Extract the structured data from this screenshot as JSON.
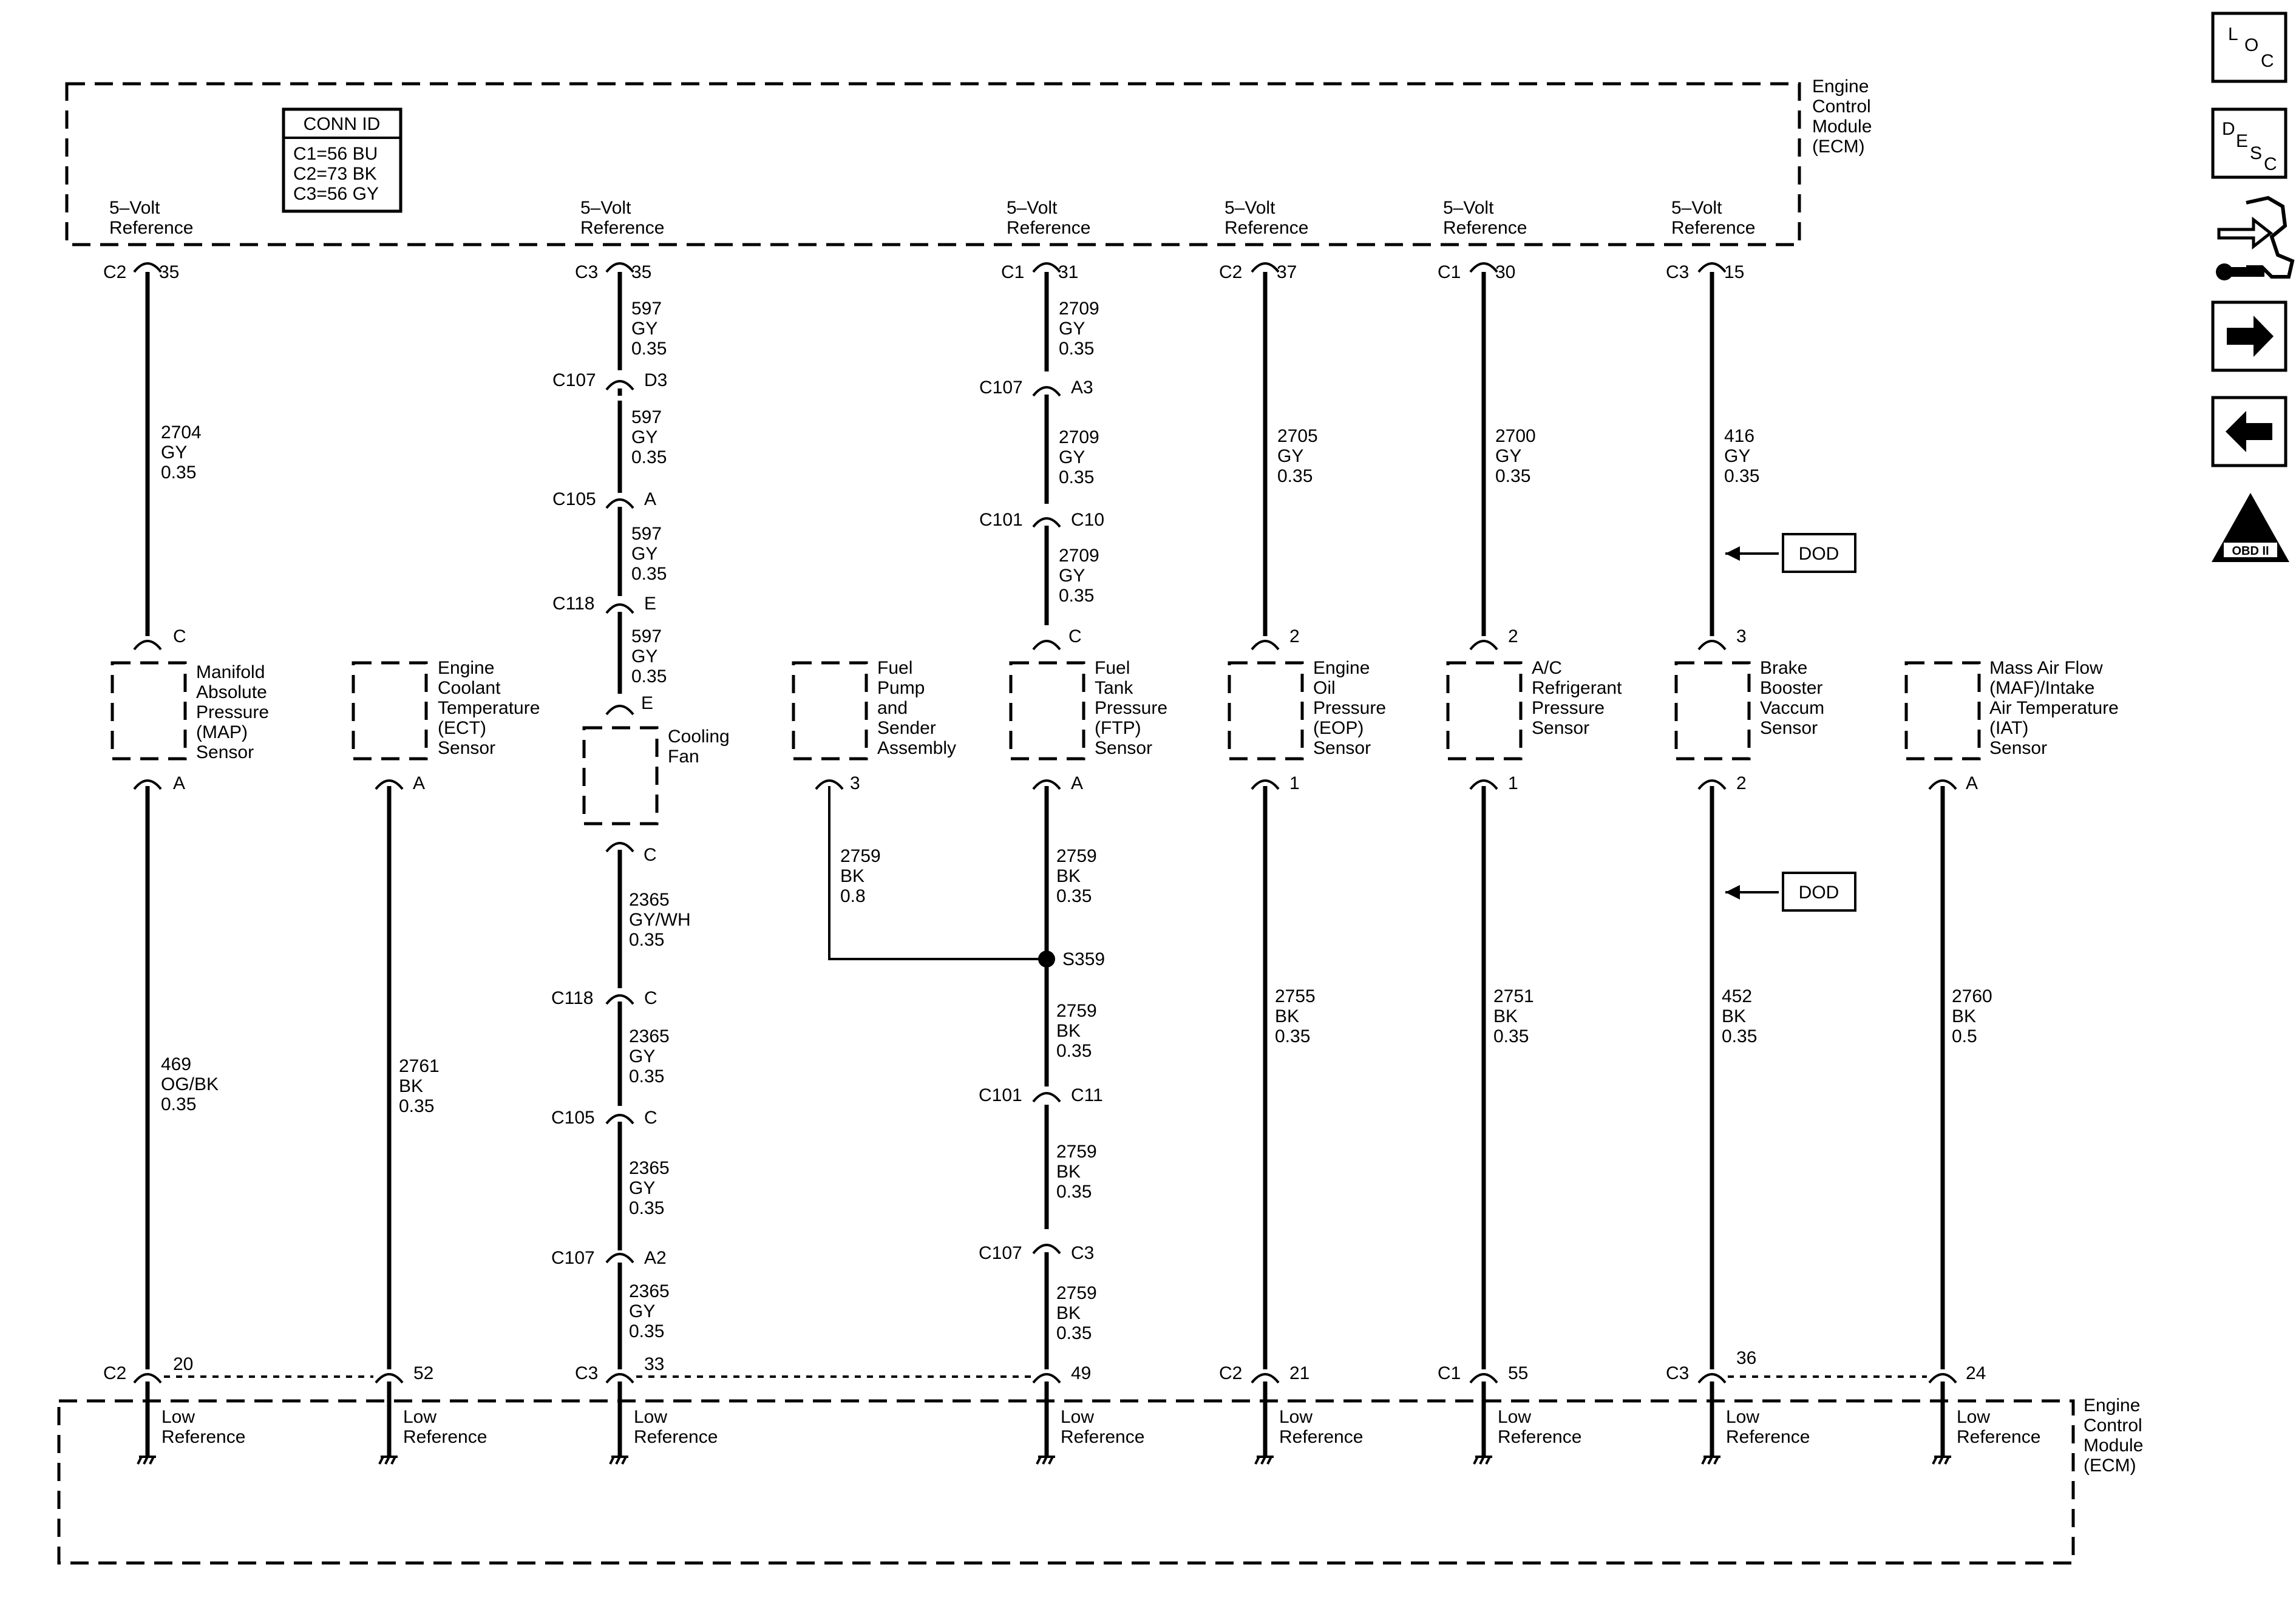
{
  "ecm_label": [
    "Engine",
    "Control",
    "Module",
    "(ECM)"
  ],
  "conn_id": {
    "title": "CONN ID",
    "lines": [
      "C1=56 BU",
      "C2=73 BK",
      "C3=56 GY"
    ]
  },
  "ref_label": [
    "5–Volt",
    "Reference"
  ],
  "low_label": [
    "Low",
    "Reference"
  ],
  "dod_label": "DOD",
  "splice": "S359",
  "side_icons": [
    {
      "name": "loc-icon",
      "letters": [
        "L",
        "O",
        "C"
      ]
    },
    {
      "name": "desc-icon",
      "letters": [
        "D",
        "E",
        "S",
        "C"
      ]
    },
    {
      "name": "connector-tool-icon"
    },
    {
      "name": "next-arrow-icon"
    },
    {
      "name": "prev-arrow-icon"
    },
    {
      "name": "obd-ii-icon",
      "text": [
        "II",
        "OBD II"
      ]
    }
  ],
  "top_refs": [
    {
      "conn": "C2",
      "pin": "35"
    },
    {
      "conn": "C3",
      "pin": "35"
    },
    {
      "conn": "C1",
      "pin": "31"
    },
    {
      "conn": "C2",
      "pin": "37"
    },
    {
      "conn": "C1",
      "pin": "30"
    },
    {
      "conn": "C3",
      "pin": "15"
    }
  ],
  "top_wires": [
    [
      "2704",
      "GY",
      "0.35"
    ],
    [
      "597",
      "GY",
      "0.35"
    ],
    [
      "597",
      "GY",
      "0.35"
    ],
    [
      "597",
      "GY",
      "0.35"
    ],
    [
      "597",
      "GY",
      "0.35"
    ],
    [
      "2709",
      "GY",
      "0.35"
    ],
    [
      "2709",
      "GY",
      "0.35"
    ],
    [
      "2709",
      "GY",
      "0.35"
    ],
    [
      "2705",
      "GY",
      "0.35"
    ],
    [
      "2700",
      "GY",
      "0.35"
    ],
    [
      "416",
      "GY",
      "0.35"
    ]
  ],
  "inline_connectors": [
    {
      "conn": "C107",
      "pin": "D3"
    },
    {
      "conn": "C105",
      "pin": "A"
    },
    {
      "conn": "C118",
      "pin": "E"
    },
    {
      "conn": "C107",
      "pin": "A3"
    },
    {
      "conn": "C101",
      "pin": "C10"
    },
    {
      "conn": "C118",
      "pin": "C"
    },
    {
      "conn": "C105",
      "pin": "C"
    },
    {
      "conn": "C107",
      "pin": "A2"
    },
    {
      "conn": "C101",
      "pin": "C11"
    },
    {
      "conn": "C107",
      "pin": "C3"
    }
  ],
  "sensors": [
    {
      "label": [
        "Manifold",
        "Absolute",
        "Pressure",
        "(MAP)",
        "Sensor"
      ],
      "top_pin": "C",
      "bottom_pin": "A"
    },
    {
      "label": [
        "Engine",
        "Coolant",
        "Temperature",
        "(ECT)",
        "Sensor"
      ],
      "top_pin": "",
      "bottom_pin": "A"
    },
    {
      "label": [
        "Cooling",
        "Fan"
      ],
      "top_pin": "E",
      "bottom_pin": "C"
    },
    {
      "label": [
        "Fuel",
        "Pump",
        "and",
        "Sender",
        "Assembly"
      ],
      "top_pin": "",
      "bottom_pin": "3"
    },
    {
      "label": [
        "Fuel",
        "Tank",
        "Pressure",
        "(FTP)",
        "Sensor"
      ],
      "top_pin": "C",
      "bottom_pin": "A"
    },
    {
      "label": [
        "Engine",
        "Oil",
        "Pressure",
        "(EOP)",
        "Sensor"
      ],
      "top_pin": "2",
      "bottom_pin": "1"
    },
    {
      "label": [
        "A/C",
        "Refrigerant",
        "Pressure",
        "Sensor"
      ],
      "top_pin": "2",
      "bottom_pin": "1"
    },
    {
      "label": [
        "Brake",
        "Booster",
        "Vaccum",
        "Sensor"
      ],
      "top_pin": "3",
      "bottom_pin": "2"
    },
    {
      "label": [
        "Mass Air Flow",
        "(MAF)/Intake",
        "Air Temperature",
        "(IAT)",
        "Sensor"
      ],
      "top_pin": "",
      "bottom_pin": "A"
    }
  ],
  "bottom_wires": [
    [
      "469",
      "OG/BK",
      "0.35"
    ],
    [
      "2761",
      "BK",
      "0.35"
    ],
    [
      "2365",
      "GY/WH",
      "0.35"
    ],
    [
      "2365",
      "GY",
      "0.35"
    ],
    [
      "2365",
      "GY",
      "0.35"
    ],
    [
      "2365",
      "GY",
      "0.35"
    ],
    [
      "2759",
      "BK",
      "0.8"
    ],
    [
      "2759",
      "BK",
      "0.35"
    ],
    [
      "2759",
      "BK",
      "0.35"
    ],
    [
      "2759",
      "BK",
      "0.35"
    ],
    [
      "2759",
      "BK",
      "0.35"
    ],
    [
      "2755",
      "BK",
      "0.35"
    ],
    [
      "2751",
      "BK",
      "0.35"
    ],
    [
      "452",
      "BK",
      "0.35"
    ],
    [
      "2760",
      "BK",
      "0.5"
    ]
  ],
  "bottom_pins": [
    {
      "conn": "C2",
      "pin": "20"
    },
    {
      "conn": "",
      "pin": "52"
    },
    {
      "conn": "C3",
      "pin": "33"
    },
    {
      "conn": "",
      "pin": "49"
    },
    {
      "conn": "C2",
      "pin": "21"
    },
    {
      "conn": "C1",
      "pin": "55"
    },
    {
      "conn": "C3",
      "pin": "36"
    },
    {
      "conn": "",
      "pin": "24"
    }
  ]
}
